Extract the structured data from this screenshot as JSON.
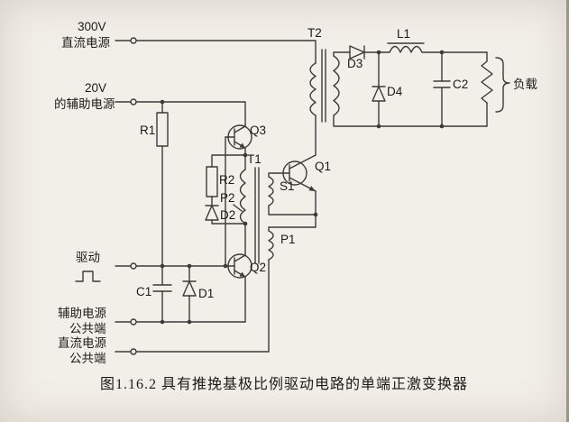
{
  "figure": {
    "caption": "图1.16.2  具有推挽基极比例驱动电路的单端正激变换器",
    "labels": {
      "v300": "300V",
      "dc_source": "直流电源",
      "v20": "20V",
      "aux_source": "的辅助电源",
      "drive": "驱动",
      "aux_common_1": "辅助电源",
      "aux_common_2": "公共端",
      "dc_common_1": "直流电源",
      "dc_common_2": "公共端",
      "load": "负载"
    },
    "components": {
      "R1": "R1",
      "R2": "R2",
      "C1": "C1",
      "C2": "C2",
      "D1": "D1",
      "D2": "D2",
      "D3": "D3",
      "D4": "D4",
      "Q1": "Q1",
      "Q2": "Q2",
      "Q3": "Q3",
      "T1": "T1",
      "T2": "T2",
      "L1": "L1",
      "P1": "P1",
      "P2": "P2",
      "S1": "S1"
    }
  }
}
